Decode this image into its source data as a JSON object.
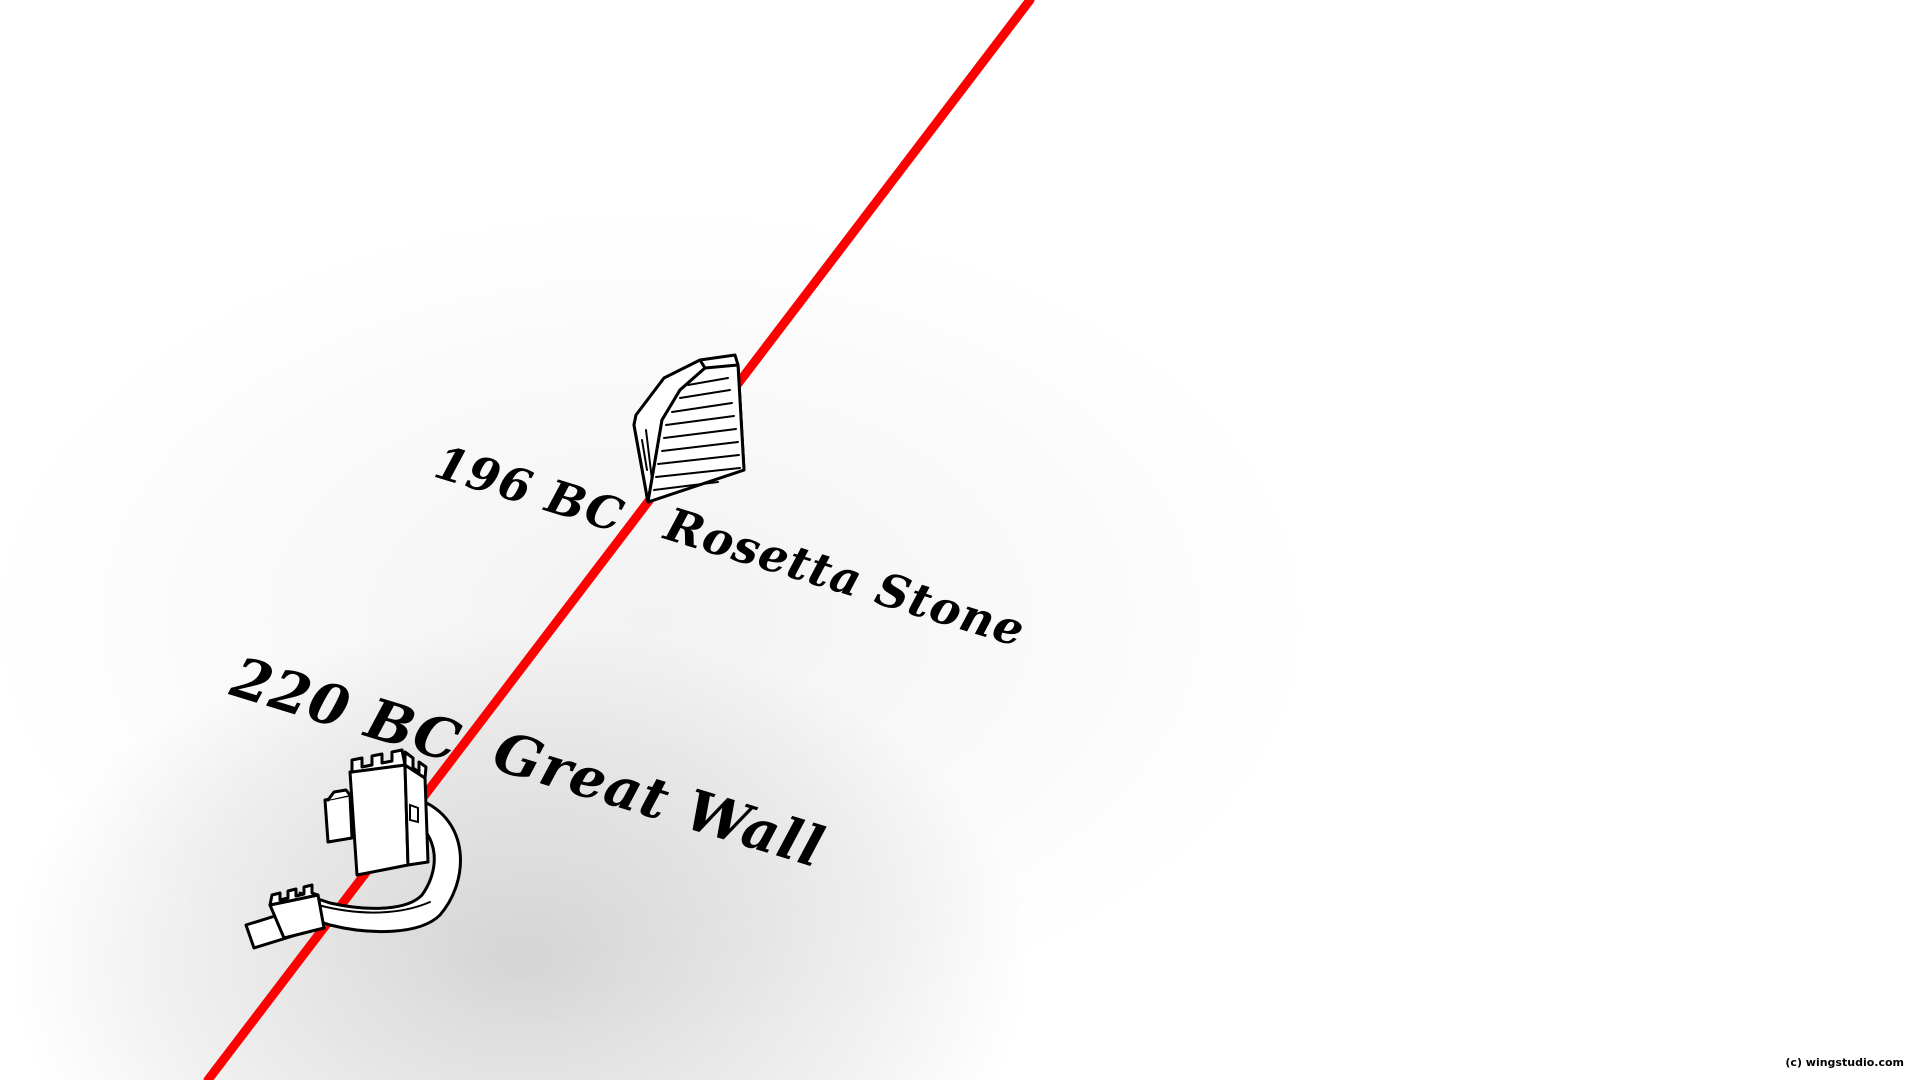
{
  "timeline": {
    "line_color": "#ff0000",
    "events": [
      {
        "date": "220 BC",
        "name": "Great Wall",
        "icon": "great-wall-icon"
      },
      {
        "date": "196 BC",
        "name": "Rosetta Stone",
        "icon": "rosetta-stone-icon"
      }
    ]
  },
  "credit": "(c) wingstudio.com"
}
